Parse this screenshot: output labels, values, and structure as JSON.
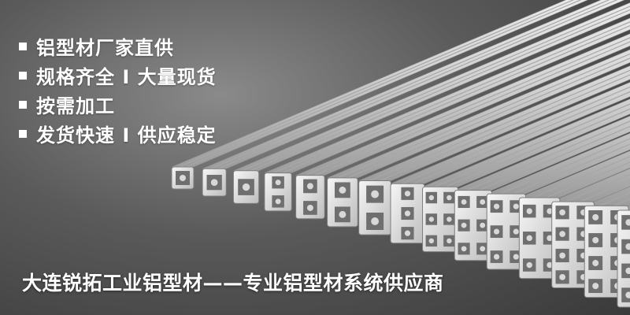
{
  "banner": {
    "features": [
      "铝型材厂家直供",
      "规格齐全 I 大量现货",
      "按需加工",
      "发货快速 I 供应稳定"
    ],
    "tagline": "大连锐拓工业铝型材——专业铝型材系统供应商",
    "icons": {
      "bullet": "square-bullet-icon"
    },
    "colors": {
      "text": "#ffffff",
      "profile_light": "#e9e9e9",
      "profile_dark": "#b9b9b9"
    }
  }
}
